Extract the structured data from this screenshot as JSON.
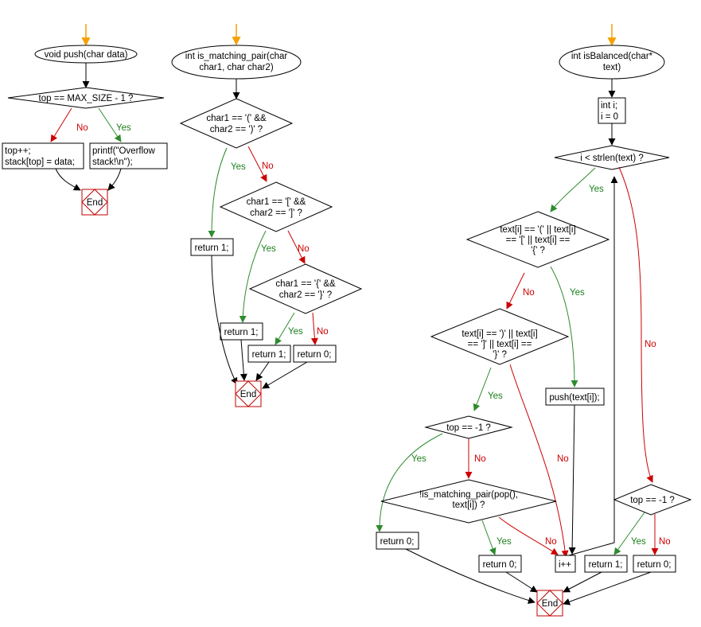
{
  "colors": {
    "yes": "#2e8b2e",
    "no": "#cc0000",
    "neutral": "#000000",
    "start_arrow": "#f5a000",
    "end_border": "#c00000"
  },
  "labels": {
    "yes": "Yes",
    "no": "No",
    "end": "End"
  },
  "push": {
    "signature": "void push(char data)",
    "condition": "top == MAX_SIZE - 1 ?",
    "no_action": [
      "top++;",
      "stack[top] = data;"
    ],
    "yes_action": [
      "printf(\"Overflow",
      "stack!\\n\");"
    ]
  },
  "matching": {
    "signature": [
      "int is_matching_pair(char",
      "char1, char char2)"
    ],
    "cond1": [
      "char1 == '(' &&",
      "char2 == ')' ?"
    ],
    "cond2": [
      "char1 == '[' &&",
      "char2 == ']' ?"
    ],
    "cond3": [
      "char1 == '{' &&",
      "char2 == '}' ?"
    ],
    "return1": "return 1;",
    "return0": "return 0;"
  },
  "balanced": {
    "signature": [
      "int isBalanced(char*",
      "text)"
    ],
    "init": [
      "int i;",
      "i = 0"
    ],
    "loop_cond": "i < strlen(text) ?",
    "open_cond": [
      "text[i] == '(' || text[i]",
      "== '[' || text[i] ==",
      "'{' ?"
    ],
    "push_action": "push(text[i]);",
    "close_cond": [
      "text[i] == ')' || text[i]",
      "== ']' || text[i] ==",
      "'}' ?"
    ],
    "empty_cond": "top == -1 ?",
    "return0": "return 0;",
    "mismatch_cond": [
      "!is_matching_pair(pop(),",
      "text[i]) ?"
    ],
    "increment": "i++",
    "final_cond": "top == -1 ?",
    "return1": "return 1;"
  }
}
